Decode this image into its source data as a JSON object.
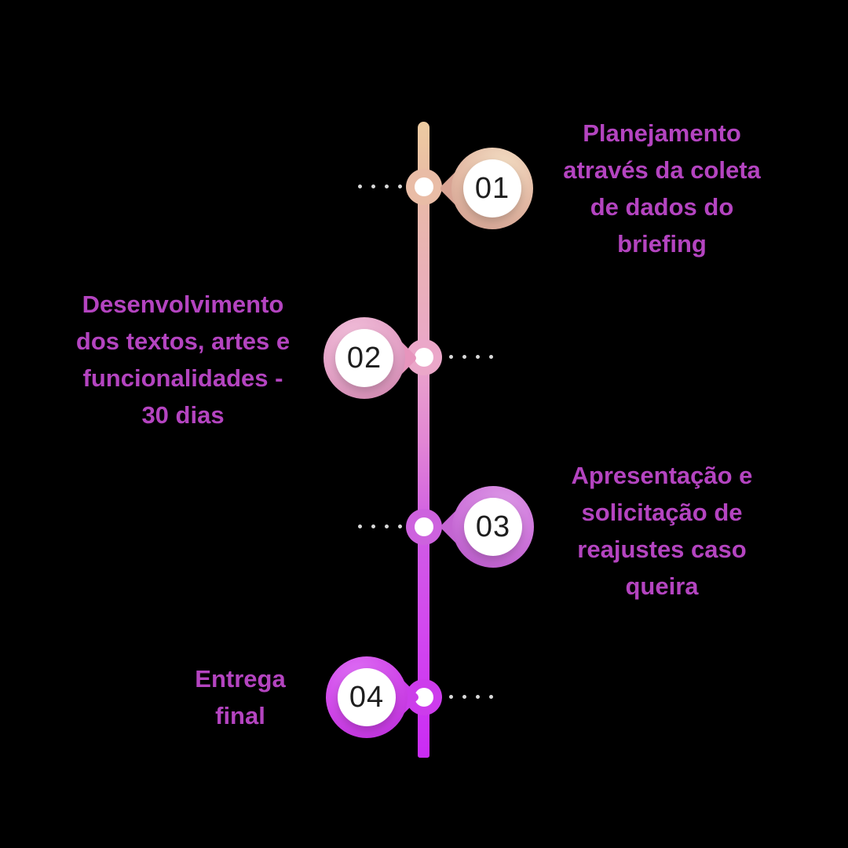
{
  "background_color": "#000000",
  "label_text_color": "#b444c0",
  "number_text_color": "#1e1e1e",
  "dot_color": "#d8d8d8",
  "line_gradient": [
    "#edcba1",
    "#e9bba5",
    "#eaa6ca",
    "#e287d4",
    "#d05ce4",
    "#d248ef",
    "#ca2bf4"
  ],
  "steps": [
    {
      "number": "01",
      "side": "right",
      "label": "Planejamento através da coleta de dados do briefing",
      "label_lines": [
        "Planejamento",
        "através da coleta",
        "de dados do",
        "briefing"
      ],
      "badge_color_light": "#f2dcc2",
      "badge_color_dark": "#cd9a8d",
      "node_color": "#e9bca6"
    },
    {
      "number": "02",
      "side": "left",
      "label": "Desenvolvimento dos textos, artes e funcionalidades - 30 dias",
      "label_lines": [
        "Desenvolvimento",
        "dos textos, artes e",
        "funcionalidades -",
        "30 dias"
      ],
      "badge_color_light": "#f0bcd8",
      "badge_color_dark": "#c97fa8",
      "node_color": "#eba7c9"
    },
    {
      "number": "03",
      "side": "right",
      "label": "Apresentação e solicitação de reajustes caso queira",
      "label_lines": [
        "Apresentação e",
        "solicitação de",
        "reajustes caso",
        "queira"
      ],
      "badge_color_light": "#dc97e6",
      "badge_color_dark": "#b250c4",
      "node_color": "#cd62de"
    },
    {
      "number": "04",
      "side": "left",
      "label": "Entrega final",
      "label_lines": [
        "Entrega",
        "final"
      ],
      "badge_color_light": "#dd6df4",
      "badge_color_dark": "#b629d6",
      "node_color": "#cd3cec"
    }
  ]
}
